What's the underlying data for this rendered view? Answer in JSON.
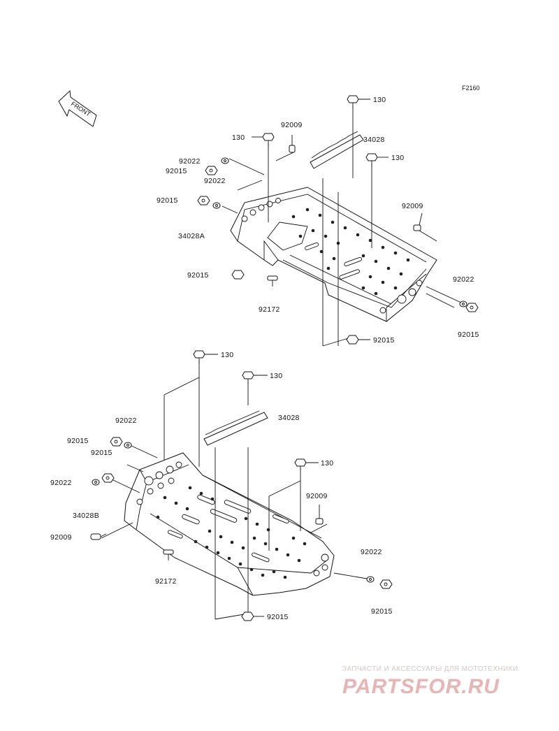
{
  "figure_code": "F2160",
  "front_arrow_label": "FRONT",
  "top_assembly": {
    "labels": {
      "bolt_a": "130",
      "bolt_b": "130",
      "bolt_c": "130",
      "rivet_a": "92009",
      "rivet_b": "92009",
      "plate": "34028",
      "carrier": "34028A",
      "washer_a": "92022",
      "washer_b": "92022",
      "washer_c": "92022",
      "nut_a": "92015",
      "nut_b": "92015",
      "nut_c": "92015",
      "nut_d": "92015",
      "nut_e": "92015",
      "clip": "92172"
    }
  },
  "bottom_assembly": {
    "labels": {
      "bolt_a": "130",
      "bolt_b": "130",
      "bolt_c": "130",
      "plate": "34028",
      "carrier": "34028B",
      "washer_a": "92022",
      "washer_b": "92022",
      "washer_c": "92022",
      "nut_a": "92015",
      "nut_b": "92015",
      "nut_c": "92015",
      "nut_d": "92015",
      "rivet_a": "92009",
      "rivet_b": "92009",
      "clip": "92172"
    }
  },
  "watermark": {
    "tagline": "ЗАПЧАСТИ И АКСЕССУАРЫ ДЛЯ МОТОТЕХНИКИ",
    "brand": "PARTSFOR.RU"
  }
}
